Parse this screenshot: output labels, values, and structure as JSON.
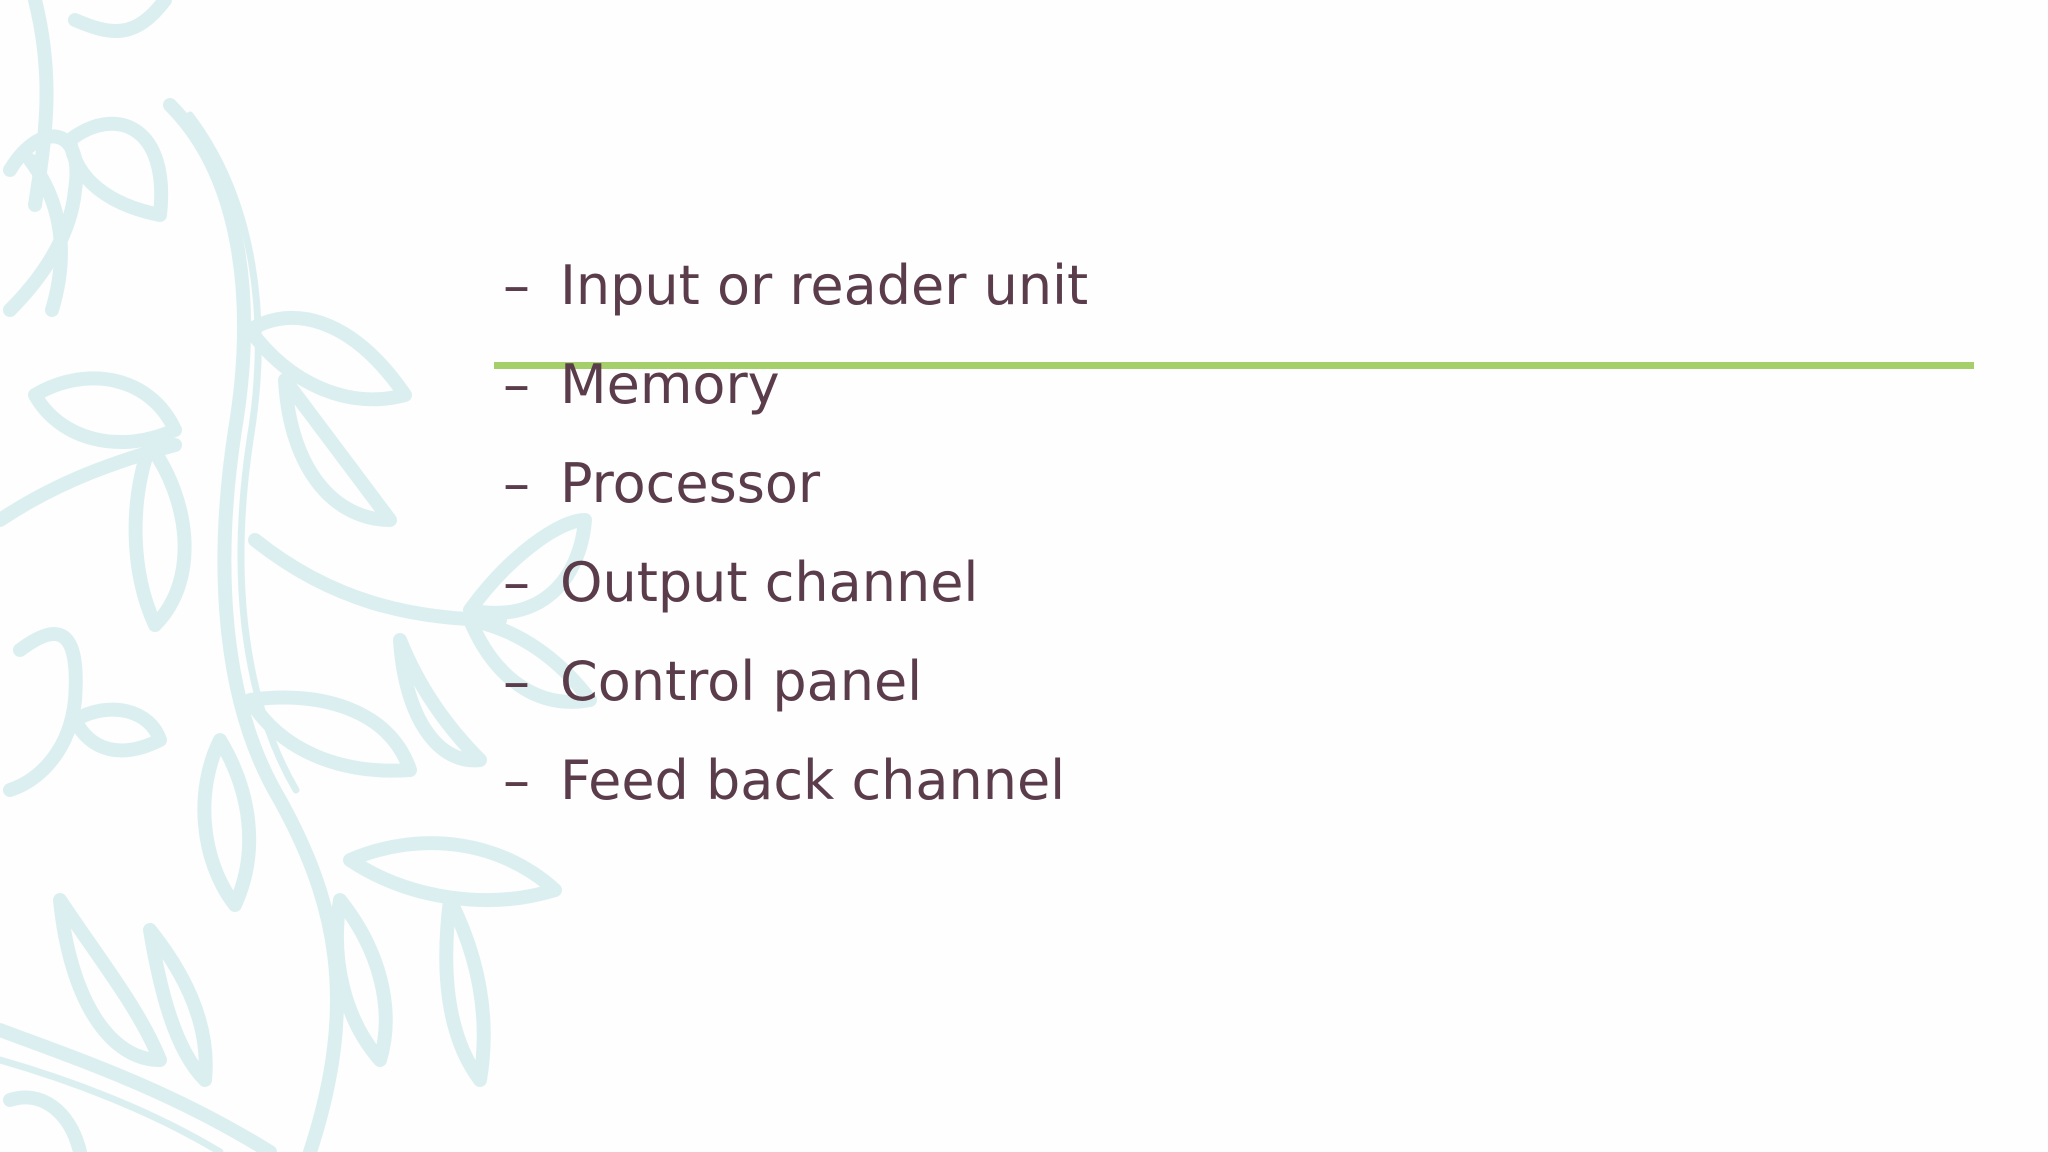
{
  "slide": {
    "bullet_symbol": "–",
    "items": [
      "Input or reader unit",
      "Memory",
      "Processor",
      "Output channel",
      "Control panel",
      "Feed back channel"
    ]
  },
  "colors": {
    "text": "#5b3c4b",
    "accent_rule": "#a4cf6a",
    "vine": "#dceff0",
    "background": "#fefefe"
  }
}
